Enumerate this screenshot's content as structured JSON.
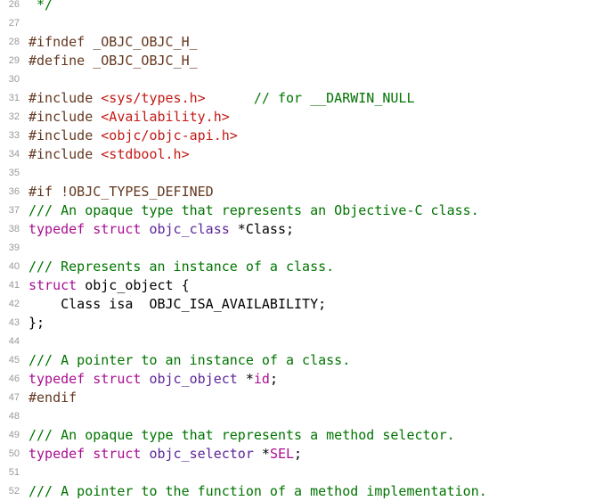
{
  "editor": {
    "language": "Objective-C header",
    "colors": {
      "background": "#ffffff",
      "gutter_text": "#9a9a9a",
      "directive": "#643820",
      "string": "#c41a16",
      "comment": "#007400",
      "keyword": "#aa0d91",
      "type": "#5c2699",
      "plain": "#000000"
    },
    "lines": [
      {
        "n": "26",
        "tokens": [
          {
            "t": " */",
            "c": "comment"
          }
        ]
      },
      {
        "n": "27",
        "tokens": []
      },
      {
        "n": "28",
        "tokens": [
          {
            "t": "#ifndef _OBJC_OBJC_H_",
            "c": "directive"
          }
        ]
      },
      {
        "n": "29",
        "tokens": [
          {
            "t": "#define _OBJC_OBJC_H_",
            "c": "directive"
          }
        ]
      },
      {
        "n": "30",
        "tokens": []
      },
      {
        "n": "31",
        "tokens": [
          {
            "t": "#include ",
            "c": "directive"
          },
          {
            "t": "<sys/types.h>",
            "c": "string"
          },
          {
            "t": "      // for __DARWIN_NULL",
            "c": "comment"
          }
        ]
      },
      {
        "n": "32",
        "tokens": [
          {
            "t": "#include ",
            "c": "directive"
          },
          {
            "t": "<Availability.h>",
            "c": "string"
          }
        ]
      },
      {
        "n": "33",
        "tokens": [
          {
            "t": "#include ",
            "c": "directive"
          },
          {
            "t": "<objc/objc-api.h>",
            "c": "string"
          }
        ]
      },
      {
        "n": "34",
        "tokens": [
          {
            "t": "#include ",
            "c": "directive"
          },
          {
            "t": "<stdbool.h>",
            "c": "string"
          }
        ]
      },
      {
        "n": "35",
        "tokens": []
      },
      {
        "n": "36",
        "tokens": [
          {
            "t": "#if !OBJC_TYPES_DEFINED",
            "c": "directive"
          }
        ]
      },
      {
        "n": "37",
        "tokens": [
          {
            "t": "/// An opaque type that represents an Objective-C class.",
            "c": "comment"
          }
        ]
      },
      {
        "n": "38",
        "tokens": [
          {
            "t": "typedef struct ",
            "c": "keyword"
          },
          {
            "t": "objc_class",
            "c": "type"
          },
          {
            "t": " *Class;",
            "c": "plain"
          }
        ]
      },
      {
        "n": "39",
        "tokens": []
      },
      {
        "n": "40",
        "tokens": [
          {
            "t": "/// Represents an instance of a class.",
            "c": "comment"
          }
        ]
      },
      {
        "n": "41",
        "tokens": [
          {
            "t": "struct ",
            "c": "keyword"
          },
          {
            "t": "objc_object {",
            "c": "plain"
          }
        ]
      },
      {
        "n": "42",
        "tokens": [
          {
            "t": "    Class isa  OBJC_ISA_AVAILABILITY;",
            "c": "plain"
          }
        ]
      },
      {
        "n": "43",
        "tokens": [
          {
            "t": "};",
            "c": "plain"
          }
        ]
      },
      {
        "n": "44",
        "tokens": []
      },
      {
        "n": "45",
        "tokens": [
          {
            "t": "/// A pointer to an instance of a class.",
            "c": "comment"
          }
        ]
      },
      {
        "n": "46",
        "tokens": [
          {
            "t": "typedef struct ",
            "c": "keyword"
          },
          {
            "t": "objc_object",
            "c": "type"
          },
          {
            "t": " *",
            "c": "plain"
          },
          {
            "t": "id",
            "c": "keyword"
          },
          {
            "t": ";",
            "c": "plain"
          }
        ]
      },
      {
        "n": "47",
        "tokens": [
          {
            "t": "#endif",
            "c": "directive"
          }
        ]
      },
      {
        "n": "48",
        "tokens": []
      },
      {
        "n": "49",
        "tokens": [
          {
            "t": "/// An opaque type that represents a method selector.",
            "c": "comment"
          }
        ]
      },
      {
        "n": "50",
        "tokens": [
          {
            "t": "typedef struct ",
            "c": "keyword"
          },
          {
            "t": "objc_selector",
            "c": "type"
          },
          {
            "t": " *",
            "c": "plain"
          },
          {
            "t": "SEL",
            "c": "keyword"
          },
          {
            "t": ";",
            "c": "plain"
          }
        ]
      },
      {
        "n": "51",
        "tokens": []
      },
      {
        "n": "52",
        "tokens": [
          {
            "t": "/// A pointer to the function of a method implementation.",
            "c": "comment"
          }
        ]
      }
    ]
  }
}
